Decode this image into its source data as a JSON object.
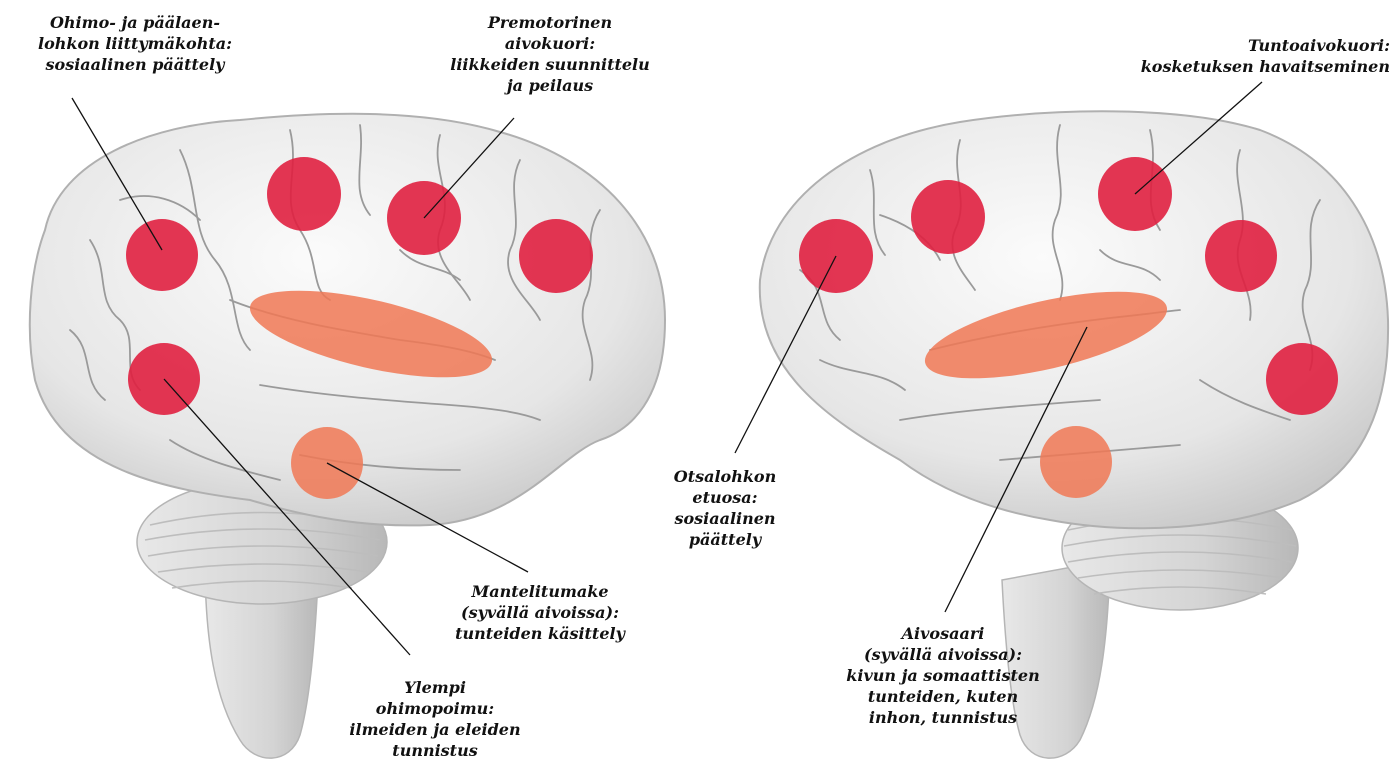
{
  "colors": {
    "background": "#ffffff",
    "brain_fill": "#ececec",
    "brain_shade": "#cfcfcf",
    "fold_line": "#9a9a9a",
    "marker_red": "#e02040",
    "marker_orange": "#f07855",
    "leader": "#111111"
  },
  "labels": {
    "temporoparietal": [
      "Ohimo- ja päälaen-",
      "lohkon liittymäkohta:",
      "sosiaalinen päättely"
    ],
    "premotor": [
      "Premotorinen",
      "aivokuori:",
      "liikkeiden suunnittelu",
      "ja peilaus"
    ],
    "somatosensory": [
      "Tuntoaivokuori:",
      "kosketuksen havaitseminen"
    ],
    "amygdala": [
      "Mantelitumake",
      "(syvällä aivoissa):",
      "tunteiden käsittely"
    ],
    "sts": [
      "Ylempi",
      "ohimopoimu:",
      "ilmeiden ja eleiden",
      "tunnistus"
    ],
    "frontal": [
      "Otsalohkon",
      "etuosa:",
      "sosiaalinen",
      "päättely"
    ],
    "insula": [
      "Aivosaari",
      "(syvällä aivoissa):",
      "kivun ja somaattisten",
      "tunteiden, kuten",
      "inhon, tunnistus"
    ]
  }
}
